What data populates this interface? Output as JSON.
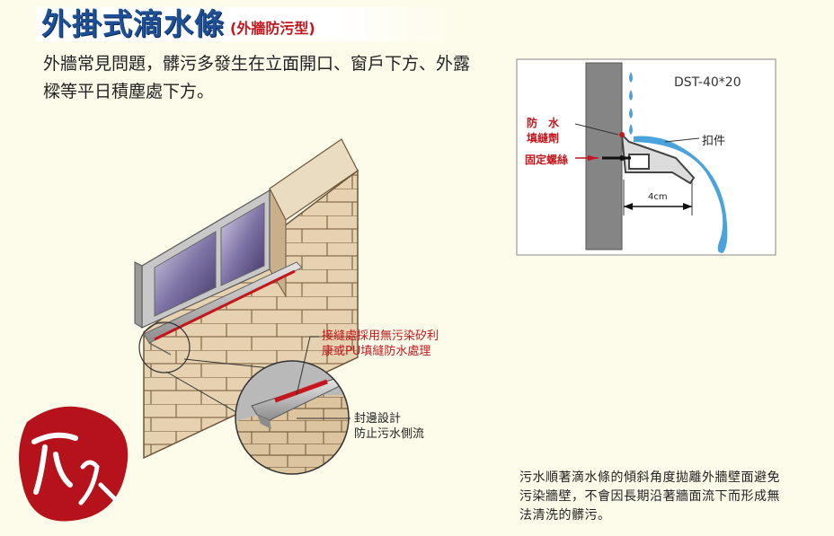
{
  "title": {
    "main": "外掛式滴水條",
    "sub": "(外牆防污型)"
  },
  "intro_text": "外牆常見問題，髒污多發生在立面開口、窗戶下方、外露樑等平日積塵處下方。",
  "detail": {
    "model": "DST-40*20",
    "label_sealant": "防　水\n填縫劑",
    "label_screw": "固定螺絲",
    "label_clip": "扣件",
    "dimension": "4cm"
  },
  "wall_callouts": {
    "joint_line1": "接縫處採用無污染矽利",
    "joint_line2": "康或PU填縫防水處理",
    "edge_line1": "封邊設計",
    "edge_line2": "防止污水側流"
  },
  "bottom_note": "污水順著滴水條的傾斜角度拋離外牆壁面避免污染牆壁，不會因長期沿著牆面流下而形成無法清洗的髒污。",
  "colors": {
    "title": "#1d4f96",
    "accent": "#c4161c",
    "water": "#4aa3dd",
    "brick": "#e6d2b0"
  }
}
